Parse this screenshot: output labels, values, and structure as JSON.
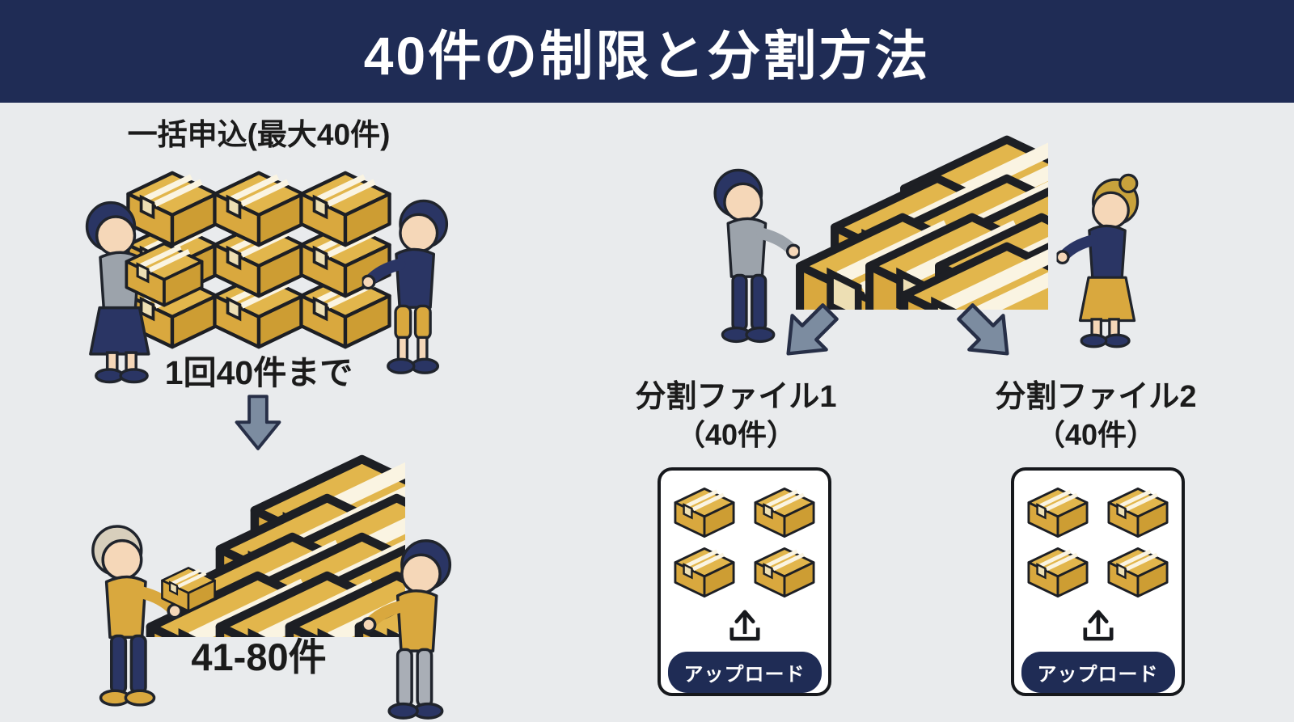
{
  "header": {
    "title": "40件の制限と分割方法"
  },
  "left_flow": {
    "bulk_label": "一括申込(最大40件)",
    "limit_label": "1回40件まで",
    "range_label": "41-80件"
  },
  "right_flow": {
    "files": [
      {
        "name": "分割ファイル1",
        "count": "（40件）",
        "upload_label": "アップロード"
      },
      {
        "name": "分割ファイル2",
        "count": "（40件）",
        "upload_label": "アップロード"
      }
    ]
  },
  "icons": {
    "box": "cardboard-box-icon",
    "down_arrow": "down-arrow-icon",
    "diag_arrow_left": "diagonal-arrow-down-left-icon",
    "diag_arrow_right": "diagonal-arrow-down-right-icon",
    "upload": "upload-tray-arrow-icon"
  },
  "colors": {
    "header_navy": "#1F2C55",
    "background": "#E9EBED",
    "box_gold": "#D9A83E",
    "box_top_gold": "#E2B64C",
    "arrow_gray": "#7C8CA0",
    "button_navy": "#1F2C55",
    "card_border": "#16181C",
    "text_dark": "#1B1B1B"
  }
}
